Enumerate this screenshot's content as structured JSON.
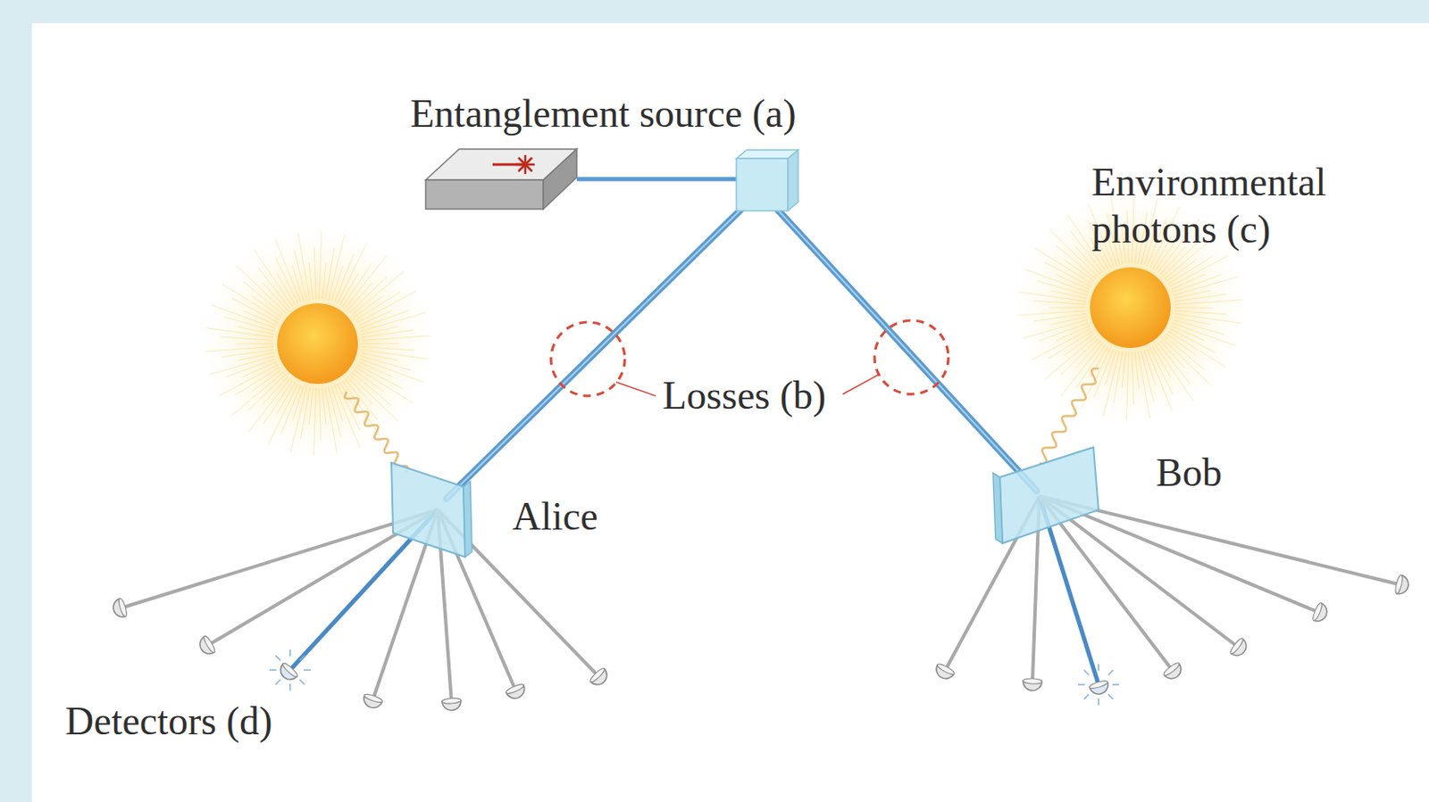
{
  "diagram": {
    "labels": [
      "Entanglement source (a)",
      "Environmental photons (c)",
      "Losses (b)",
      "Alice",
      "Bob",
      "Detectors (d)"
    ]
  }
}
